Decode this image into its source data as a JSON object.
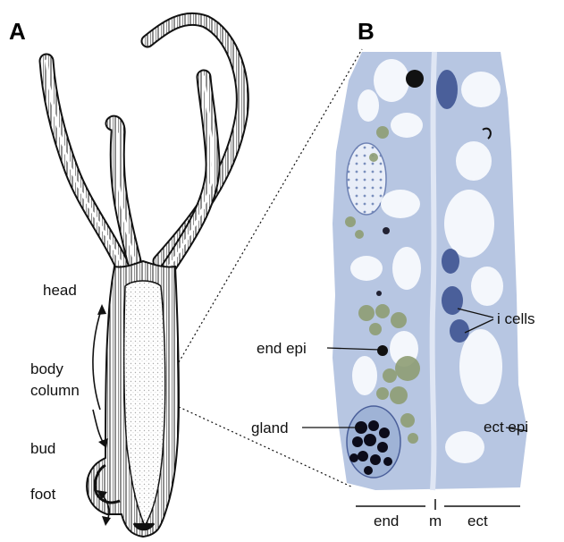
{
  "panel_a": {
    "letter": "A",
    "labels": {
      "head": "head",
      "body_column_1": "body",
      "body_column_2": "column",
      "bud": "bud",
      "foot": "foot"
    }
  },
  "panel_b": {
    "letter": "B",
    "labels": {
      "end_epi": "end epi",
      "gland": "gland",
      "i_cells": "i cells",
      "ect_epi": "ect epi",
      "end": "end",
      "m": "m",
      "ect": "ect"
    }
  },
  "colors": {
    "cell_fill": "#9fb3d6",
    "cell_dark": "#4a5f9a",
    "granule_green": "#8f9e74",
    "vacuole": "#f4f7fc",
    "outline": "#111111"
  }
}
